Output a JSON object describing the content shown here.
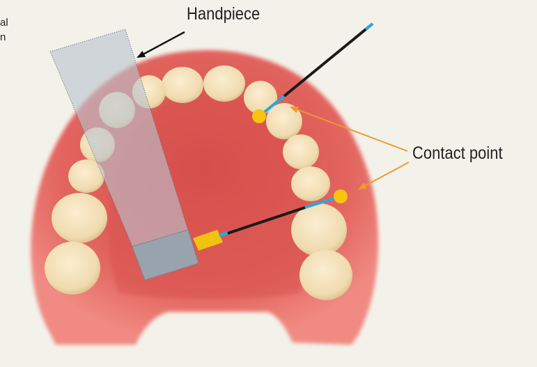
{
  "labels": {
    "handpiece": "Handpiece",
    "contact_point": "Contact point",
    "clipped_line_1": "al",
    "clipped_line_2": "n"
  },
  "colors": {
    "background": "#f3f2ea",
    "gum": "#e2655f",
    "tooth": "#f0dbb0",
    "arrow_black": "#111111",
    "arrow_orange": "#ef9a2d",
    "file_tip": "#2aa7dc",
    "contact_dot": "#f7c410",
    "handpiece_body": "#b9c4cf",
    "handpiece_head": "#98a3ae",
    "file_collar": "#f2c211"
  },
  "icons": {
    "dot": "contact-point-dot",
    "arrow": "pointer-arrow"
  }
}
